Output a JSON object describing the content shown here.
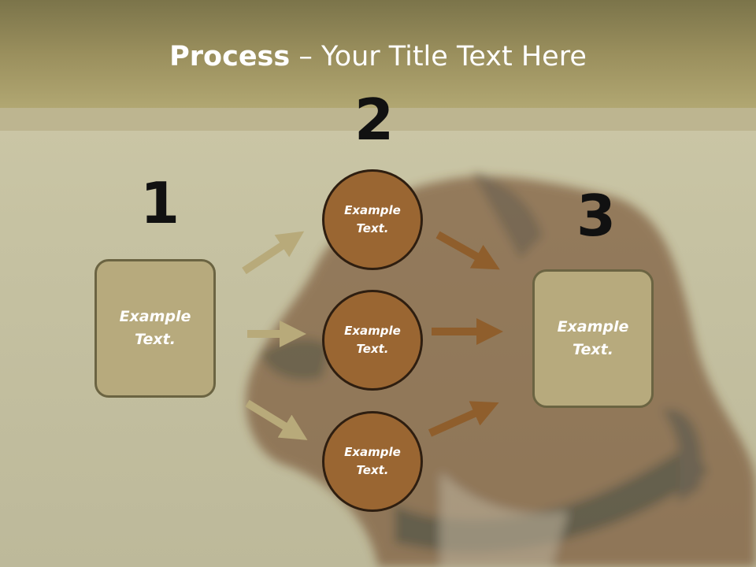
{
  "title": {
    "bold": "Process",
    "rest": " – Your Title Text Here"
  },
  "numbers": {
    "n1": "1",
    "n2": "2",
    "n3": "3"
  },
  "boxes": {
    "left": "Example\nText.",
    "right": "Example\nText."
  },
  "circles": {
    "top": "Example\nText.",
    "middle": "Example\nText.",
    "bottom": "Example\nText."
  },
  "colors": {
    "title_bar": "#9a8f5d",
    "box_fill": "#b7aa7d",
    "circle_fill": "#9a6632",
    "arrow_light": "#b8aa7a",
    "arrow_dark": "#8f5e2c"
  }
}
